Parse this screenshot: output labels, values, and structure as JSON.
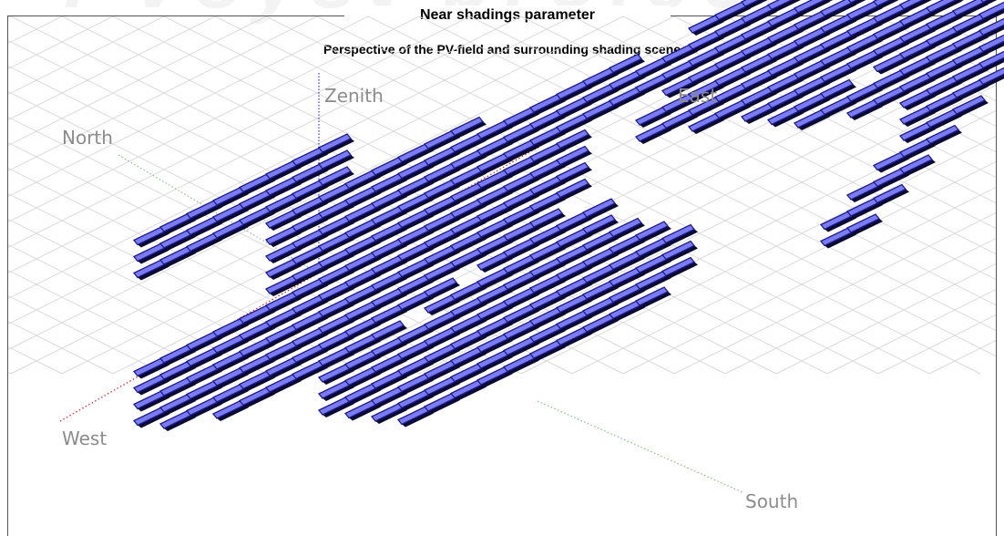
{
  "header": {
    "title": "Near shadings parameter",
    "subtitle": "Perspective of the PV-field and surrounding shading scene"
  },
  "watermark": {
    "text": "PVsyst project"
  },
  "scene": {
    "axes": {
      "zenith": "Zenith",
      "east": "East",
      "north": "North",
      "west": "West",
      "south": "South"
    },
    "colors": {
      "module_fill": "#7b7bf2",
      "module_edge": "#1b1b8c",
      "module_shadow": "#0a0a32",
      "grid": "#d9d9d9",
      "east_west_axis": "#cc3333",
      "zenith_axis": "#3a3ab8",
      "north_south_axis": "#7fb87f"
    }
  }
}
